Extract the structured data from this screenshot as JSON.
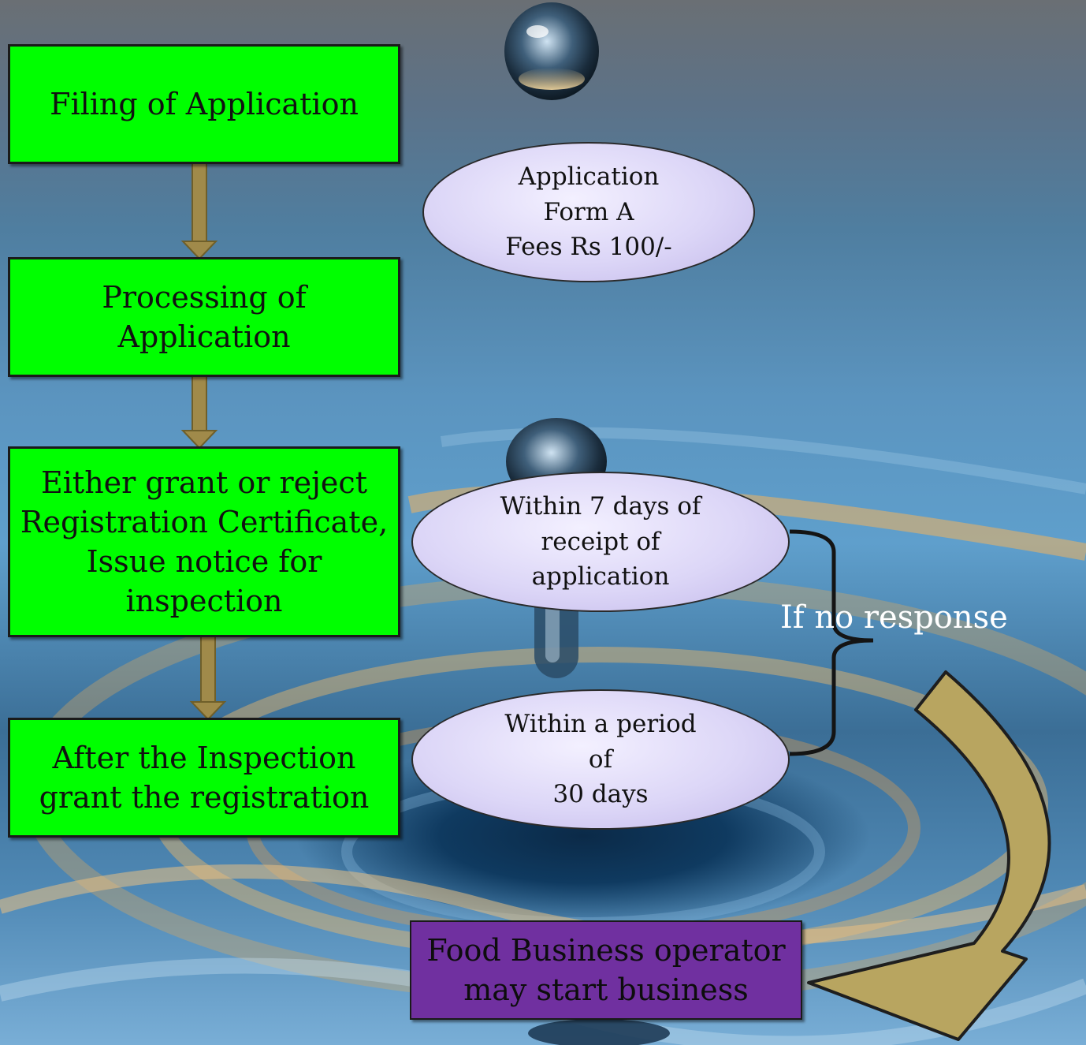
{
  "steps": [
    "Filing of Application",
    "Processing of Application",
    "Either grant or reject Registration Certificate, Issue notice for inspection",
    "After the Inspection grant the registration"
  ],
  "notes": {
    "application": "Application\nForm A\nFees Rs 100/-",
    "seven_days": "Within 7 days  of\nreceipt of\napplication",
    "thirty_days": "Within a period\nof\n30 days"
  },
  "no_response_label": "If  no response",
  "outcome": "Food Business operator may start business",
  "colors": {
    "step_fill": "#00ff00",
    "outcome_fill": "#7030a0",
    "connector_arrow": "#a08a4a",
    "curved_arrow": "#b8a560"
  }
}
